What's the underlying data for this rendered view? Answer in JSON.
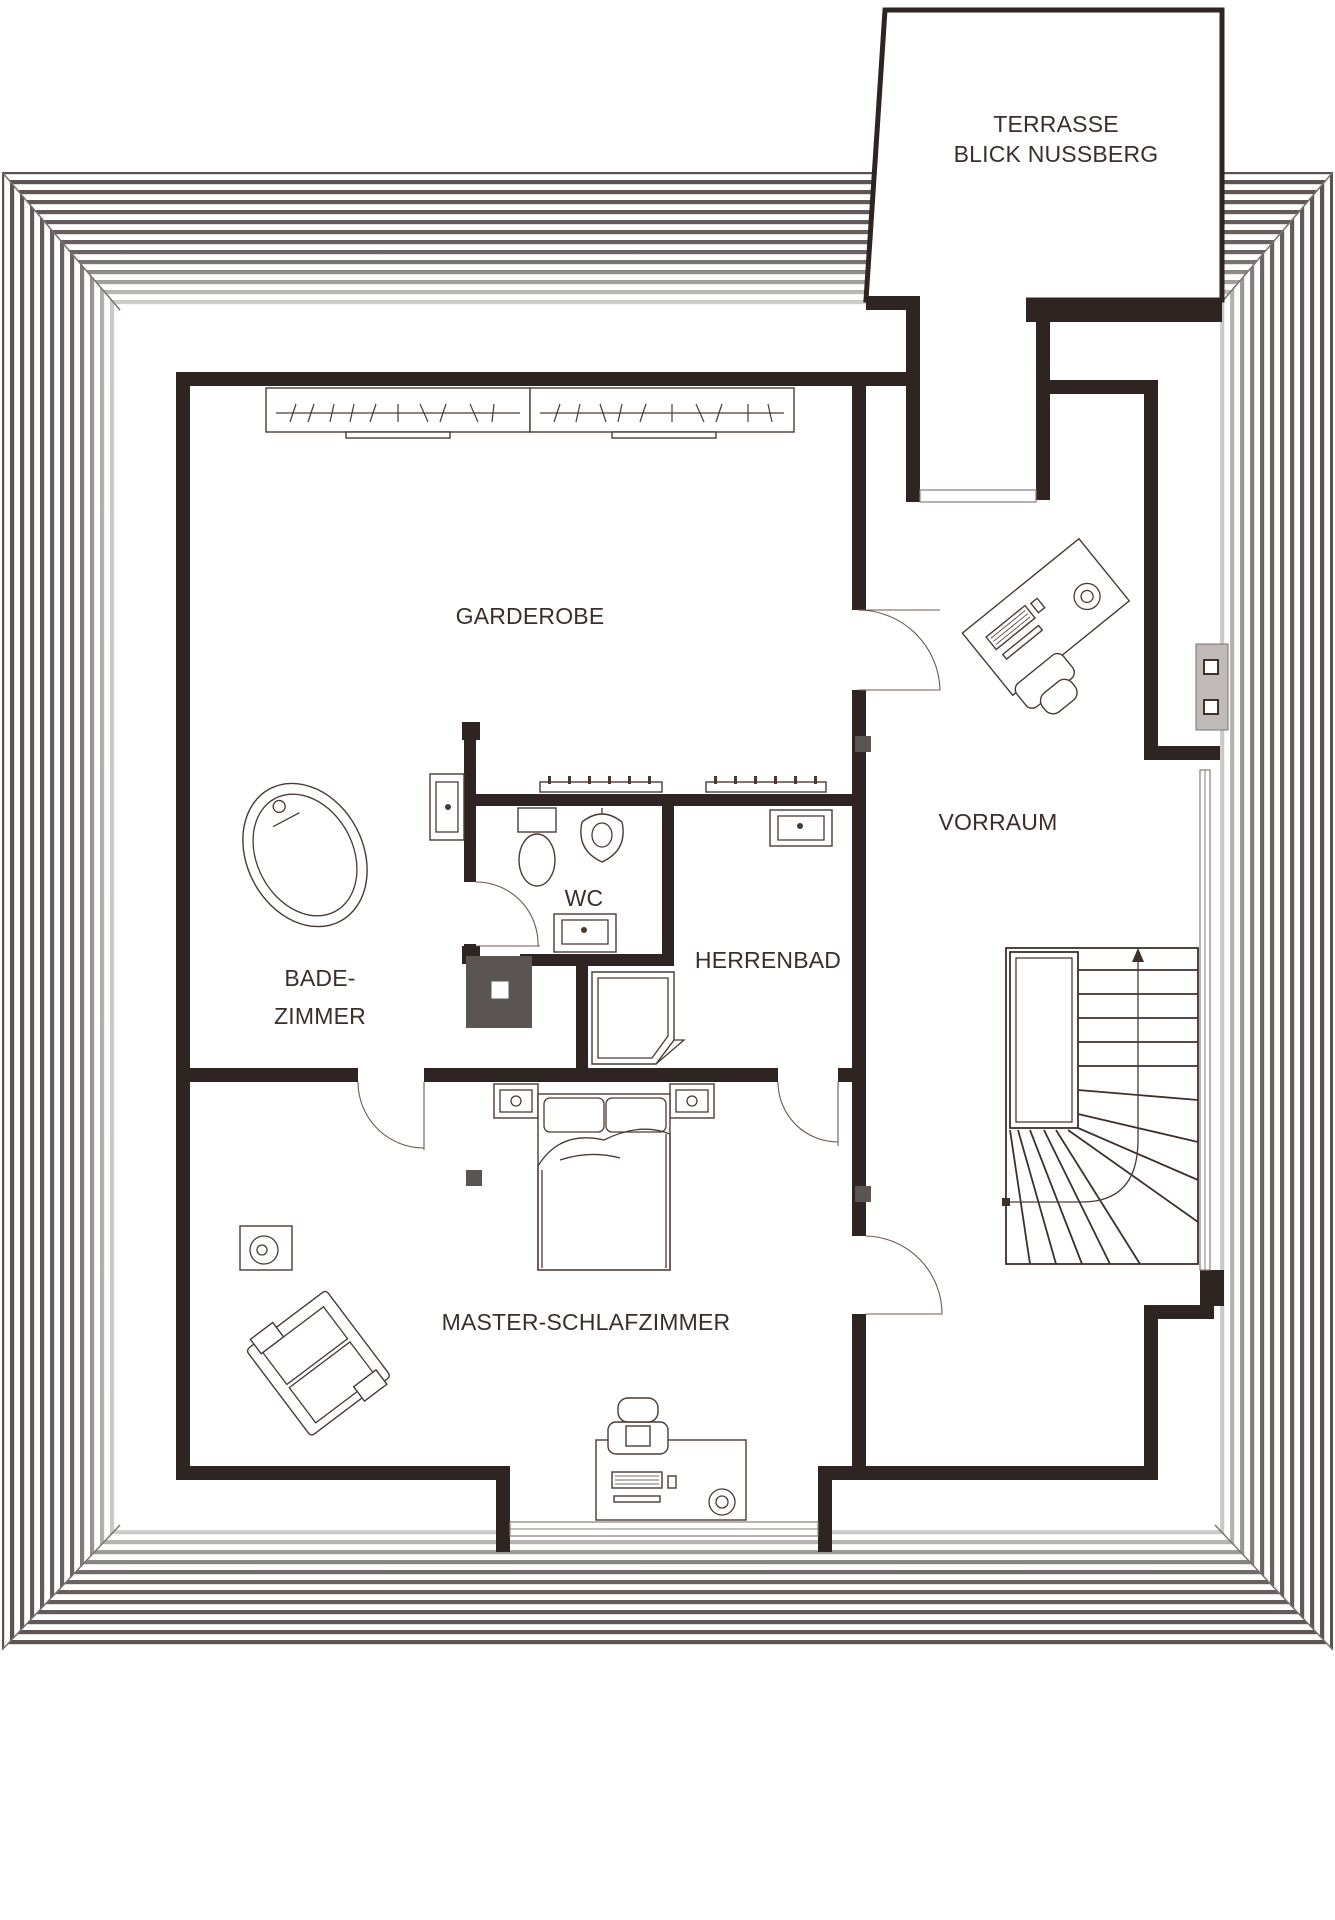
{
  "floorplan": {
    "rooms": {
      "terrace_line1": "TERRASSE",
      "terrace_line2": "BLICK NUSSBERG",
      "garderobe": "GARDEROBE",
      "vorraum": "VORRAUM",
      "wc": "WC",
      "herrenbad": "HERRENBAD",
      "badezimmer_line1": "BADE-",
      "badezimmer_line2": "ZIMMER",
      "master": "MASTER-SCHLAFZIMMER"
    },
    "colors": {
      "wall": "#2e2422",
      "line": "#4a3a34",
      "roof_shade": "#6f6766",
      "label": "#3a2f2b"
    }
  }
}
